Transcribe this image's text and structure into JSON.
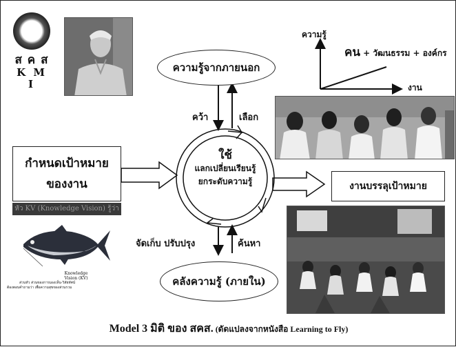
{
  "logo": {
    "line1": "ส ค ส",
    "line2": "K M I"
  },
  "diagram": {
    "external_knowledge": "ความรู้จากภายนอก",
    "internal_knowledge": "คลังความรู้ (ภายใน)",
    "goal_box": {
      "line1": "กำหนดเป้าหมาย",
      "line2": "ของงาน"
    },
    "result_box": "งานบรรลุเป้าหมาย",
    "center": {
      "top": "ใช้",
      "middle": "แลกเปลี่ยนเรียนรู้",
      "bottom": "ยกระดับความรู้"
    },
    "grab": "คว้า",
    "select": "เลือก",
    "store_improve": "จัดเก็บ  ปรับปรุง",
    "search": "ค้นหา",
    "kv_banner": "หัว KV (Knowledge Vision) รู้ว่า"
  },
  "fish": {
    "title": "Knowledge",
    "subtitle": "Vision (KV)",
    "line1": "ส่วนหัว ส่วนของการมองเห็น-วิสัยทัศน์",
    "line2": "ต้องตอบคำถามว่า เพื่อความสุขของส่วนรวม"
  },
  "graph": {
    "y_label": "ความรู้",
    "x_label": "งาน",
    "formula_people": "คน",
    "formula_rest": " + วัฒนธรรม + องค์กร"
  },
  "caption": {
    "main": "Model 3 มิติ ของ สคส.",
    "paren_open": " (ดัดแปลงจากหนังสือ ",
    "book": "Learning to Fly",
    "paren_close": ")"
  },
  "colors": {
    "line": "#222222",
    "kv_banner_bg": "#3a3a3a",
    "fish_dark": "#2b2f3a"
  }
}
